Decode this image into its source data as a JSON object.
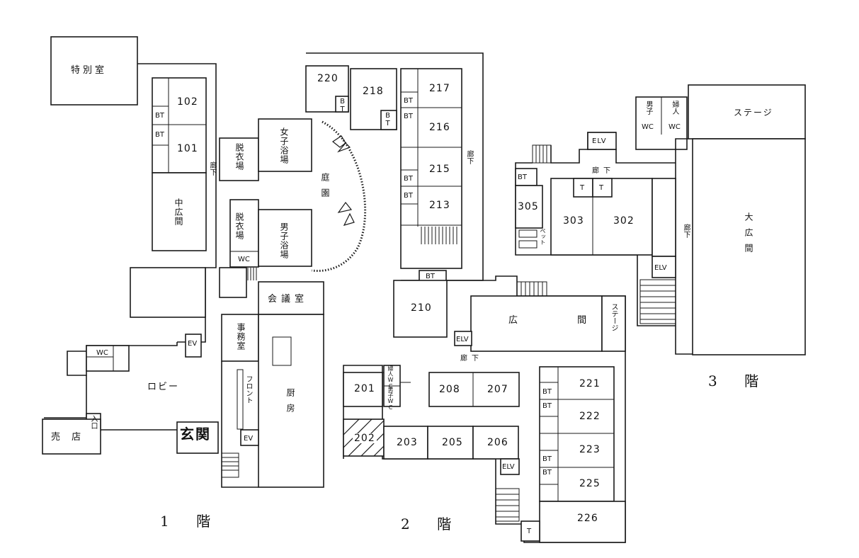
{
  "floors": {
    "f1": "1 階",
    "f2": "2 階",
    "f3": "3 階"
  },
  "floor1": {
    "tokubetsu": "特別室",
    "r102": "102",
    "r101": "101",
    "chuuhiroma": "中広間",
    "bt_a": "BT",
    "bt_b": "BT",
    "rouka": "廊下",
    "datsui1": "脱衣場",
    "datsui2": "脱衣場",
    "onna": "女子浴場",
    "otoko": "男子浴場",
    "wc_bath": "WC",
    "teien": "庭園",
    "kaigi": "会議室",
    "jimu": "事務室",
    "front": "フロント",
    "chuubou": "厨房",
    "ev1": "EV",
    "ev2": "EV",
    "wc_lobby": "WC",
    "lobby": "ロビー",
    "iriguchi": "入口",
    "baiten": "売 店",
    "genkan": "玄関"
  },
  "floor2": {
    "r220": "220",
    "r218": "218",
    "r217": "217",
    "r216": "216",
    "r215": "215",
    "r213": "213",
    "r210": "210",
    "bt_220": "BT",
    "bt_218": "BT",
    "bt_c1": "BT",
    "bt_c2": "BT",
    "bt_c3": "BT",
    "bt_c4": "BT",
    "bt_210": "BT",
    "rouka_v": "廊下",
    "hiroma": "広 間",
    "stage": "ステージ",
    "elv_a": "ELV",
    "rouka_h": "廊下",
    "r201": "201",
    "fujin_wc": "婦人WC",
    "danshi_wc": "男子WC",
    "r208": "208",
    "r207": "207",
    "r202": "202",
    "r203": "203",
    "r205": "205",
    "r206": "206",
    "elv_b": "ELV",
    "r221": "221",
    "r222": "222",
    "r223": "223",
    "r225": "225",
    "r226": "226",
    "bt_221": "BT",
    "bt_222": "BT",
    "bt_223": "BT",
    "bt_225": "BT",
    "t_226": "T"
  },
  "floor3": {
    "danshi_wc": "男子",
    "fujin_wc": "婦人",
    "wc1": "WC",
    "wc2": "WC",
    "stage": "ステージ",
    "elv_a": "ELV",
    "rouka_h": "廊下",
    "bt": "BT",
    "r305": "305",
    "t1": "T",
    "t2": "T",
    "r303": "303",
    "r302": "302",
    "pet": "ペット",
    "rouka_v": "廊下",
    "elv_b": "ELV",
    "oohiroma": "大広間"
  }
}
